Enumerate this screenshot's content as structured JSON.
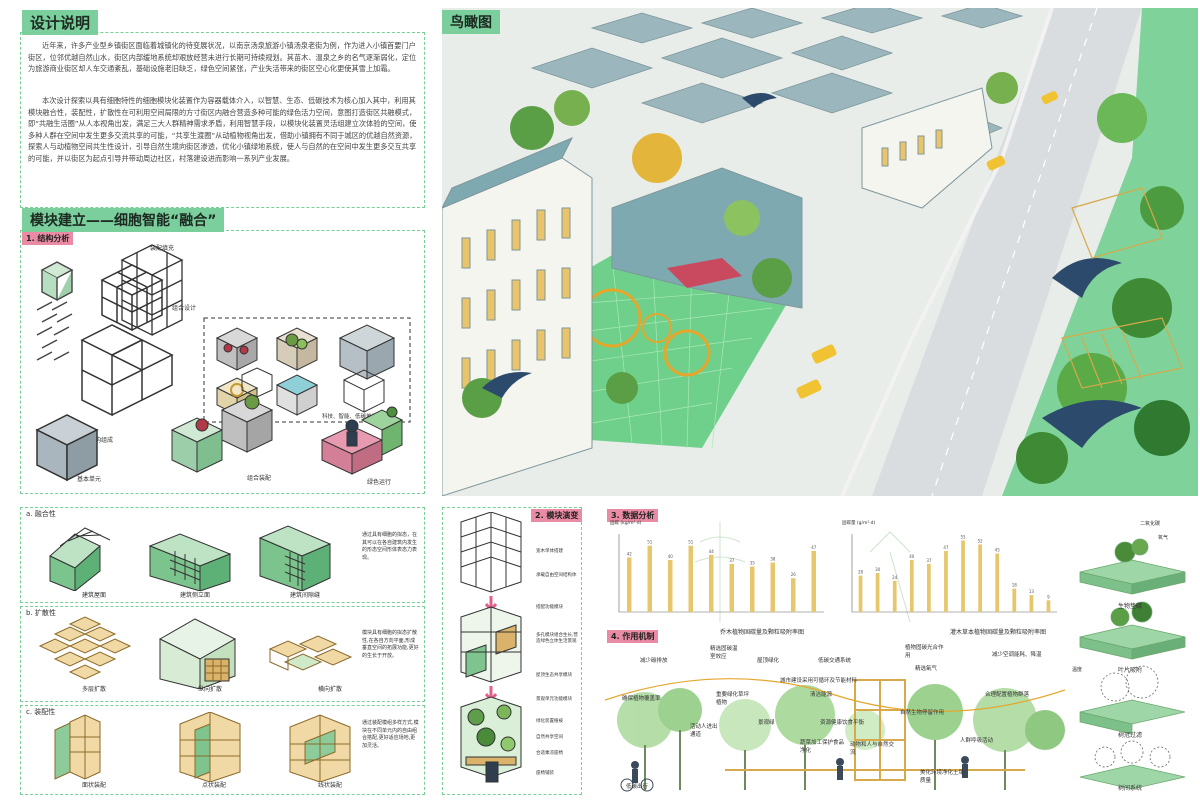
{
  "left": {
    "title": "设计说明",
    "paragraph1": "近年来，许多产业型乡镇街区面临着城镇化的待变展状况，以南京汤泉旅游小镇汤泉老街为例，作为进入小镇首要门户街区，位邻优越自然山水，街区内部缓地系统却艰放经营未进行长期可持续规划。其苗木、温泉之乡的名气逐渐弱化，定位为旅游商业街区却人车交通紊乱，基础设施老旧缺乏，绿色空间紧张，产业失活带来的街区空心化更使其雪上加霜。",
    "paragraph2": "本次设计探索以具有细胞特性的细胞模块化装置作为容器载体介入，以智慧、生态、低碳技术为核心加入其中，利用其模块融合性，装配性，扩散性在可利用空间局限的方寸街区内融合营造多种可能的绿色活力空间，意图打造街区共融模式，即“共融生活圈”从人本视角出发，满足三大人群精神需求矛盾，利用智慧手段，以模块化装置灵活组建立次体验的空间，使多种人群在空间中发生更多交流共享的可能，“共享生渡圈”从动植物视角出发，借助小镇拥有不同于城区的优越自然资源，探索人与动植物空间共生性设计，引导自然生境向街区渗透，优化小镇绿地系统，使人与自然的在空间中发生更多交互共享的可能，并以街区为起点引导并带动周边社区，村落建设进而影响一系列产业发展。",
    "module_title": "模块建立——细胞智能“融合”",
    "structure_tag": "1. 结构分析",
    "labels": {
      "fill": "装配填充",
      "combine": "组合设计",
      "frame": "模块结构组成",
      "basic": "基本单元",
      "assemble": "组合装配",
      "green": "绿色运行",
      "tech": "科技、智能、低碳单元模块"
    },
    "fusion": {
      "tag": "a. 融合性",
      "items": [
        "建筑屋面",
        "建筑侧立面",
        "建筑间隙缝"
      ],
      "note": "通过具有细胞的拟态，在其可以在各自建筑内发生的形态空间形体表态力表现。"
    },
    "spread": {
      "tag": "b. 扩散性",
      "items": [
        "多层扩散",
        "纵向扩散",
        "横向扩散"
      ],
      "note": "模块具有细胞的拟态扩散性,在各自方向平面,形成垂直空间的拓展功能,更好的生长于开放。"
    },
    "assembly": {
      "tag": "c. 装配性",
      "items": [
        "面状装配",
        "点状装配",
        "线状装配"
      ],
      "note": "通过装配模组多样方式,模块在不同单元内的自由组合搭配,更好适应场地,更加灵活。"
    }
  },
  "middle": {
    "tag": "2. 模块演变",
    "annotations": [
      "宽木单体搭建",
      "承载自由空间结构体",
      "搭配功能模块",
      "多孔模块组合生长,营造绿色立体生活景观",
      "屋顶生态共享模块",
      "景观单元功能模块",
      "绿化装置植被",
      "自然共享空间",
      "合适乘凉座椅",
      "座椅铺装"
    ]
  },
  "aerial": {
    "title": "鸟瞰图"
  },
  "data": {
    "tag": "3. 数据分析",
    "chart1_caption": "乔木植物固碳量及颗粒吸附率图",
    "chart2_caption": "灌木草本植物固碳量及颗粒吸附率图",
    "chart1_yunit": "固碳 (kg/m²·d)",
    "chart2_yunit": "固碳量 (g/m²·d)"
  },
  "mechanism": {
    "tag": "4. 作用机制",
    "labels": [
      "减少碳排放",
      "精选固碳温室效应",
      "屋顶绿化",
      "低碳交通系统",
      "植物固碳光合作用",
      "精选氧气",
      "减少空调能耗、降温",
      "确保植物覆盖率",
      "重要绿化草坪植物",
      "城市建设采用可循环及节能材料",
      "清洁能源",
      "活动人进出通道",
      "景观绿",
      "资源健康饮食平衡",
      "自然生物停留作用",
      "合理配置植物群落",
      "动物和人与自然交流",
      "人群呼吸活动",
      "蔬菜加工保护食品净化",
      "美化环境净化土壤质量",
      "低碳出行"
    ]
  },
  "right_legend": {
    "items": [
      "生物垫碳",
      "叶片吸附",
      "树冠过滤",
      "树间系统"
    ],
    "labels": [
      "二氧化碳",
      "氧气",
      "温度"
    ]
  },
  "chart_data": [
    {
      "type": "bar",
      "title": "乔木植物固碳量及颗粒吸附率图",
      "ylabel": "固碳 (kg/m²·d)",
      "categories": [
        "",
        "",
        "",
        "",
        "",
        "",
        "",
        "",
        "",
        ""
      ],
      "values": [
        42,
        51,
        40,
        51,
        44,
        37,
        35,
        38,
        26,
        47
      ],
      "ylim": [
        0,
        60
      ],
      "color": "#e7c76e"
    },
    {
      "type": "bar",
      "title": "灌木草本植物固碳量及颗粒吸附率图",
      "ylabel": "固碳量 (g/m²·d)",
      "categories": [
        "",
        "",
        "",
        "",
        "",
        "",
        "",
        "",
        "",
        "",
        "",
        ""
      ],
      "values": [
        28,
        30,
        24,
        40,
        37,
        47,
        55,
        52,
        45,
        18,
        13,
        9
      ],
      "ylim": [
        0,
        60
      ],
      "color": "#e7c76e"
    }
  ]
}
